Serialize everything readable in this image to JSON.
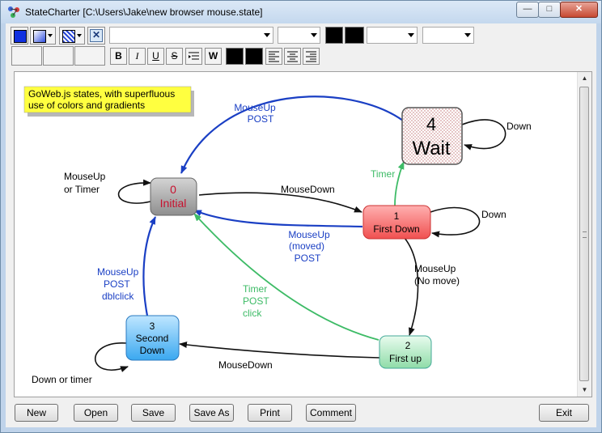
{
  "window": {
    "title": "StateCharter [C:\\Users\\Jake\\new browser mouse.state]"
  },
  "buttons": {
    "new": "New",
    "open": "Open",
    "save": "Save",
    "save_as": "Save As",
    "print": "Print",
    "comment": "Comment",
    "exit": "Exit"
  },
  "format": {
    "bold": "B",
    "italic": "I",
    "underline": "U",
    "strike": "S",
    "wrap": "W"
  },
  "diagram": {
    "comment": [
      "GoWeb.js states, with superfluous",
      "use of colors and gradients"
    ],
    "states": {
      "s0": {
        "number": "0",
        "name": "Initial"
      },
      "s1": {
        "number": "1",
        "name": "First Down"
      },
      "s2": {
        "number": "2",
        "name": "First up"
      },
      "s3": {
        "number": "3",
        "lines": [
          "Second",
          "Down"
        ]
      },
      "s4": {
        "number": "4",
        "name": "Wait"
      }
    },
    "transitions": {
      "t0_self": [
        "MouseUp",
        "or Timer"
      ],
      "t0_1": "MouseDown",
      "t1_self": "Down",
      "t1_0": [
        "MouseUp",
        "(moved)",
        "POST"
      ],
      "t1_2": [
        "MouseUp",
        "(No move)"
      ],
      "t1_4": "Timer",
      "t4_self": "Down",
      "t4_0": [
        "MouseUp",
        "POST"
      ],
      "t2_3": "MouseDown",
      "t2_0": [
        "Timer",
        "POST",
        "click"
      ],
      "t3_0": [
        "MouseUp",
        "POST",
        "dblclick"
      ],
      "t3_self": "Down or timer"
    }
  },
  "colors": {
    "blue_edge": "#1a3fc4",
    "green_edge": "#3dbb66",
    "black_edge": "#111111",
    "state0_text": "#c8102e"
  }
}
